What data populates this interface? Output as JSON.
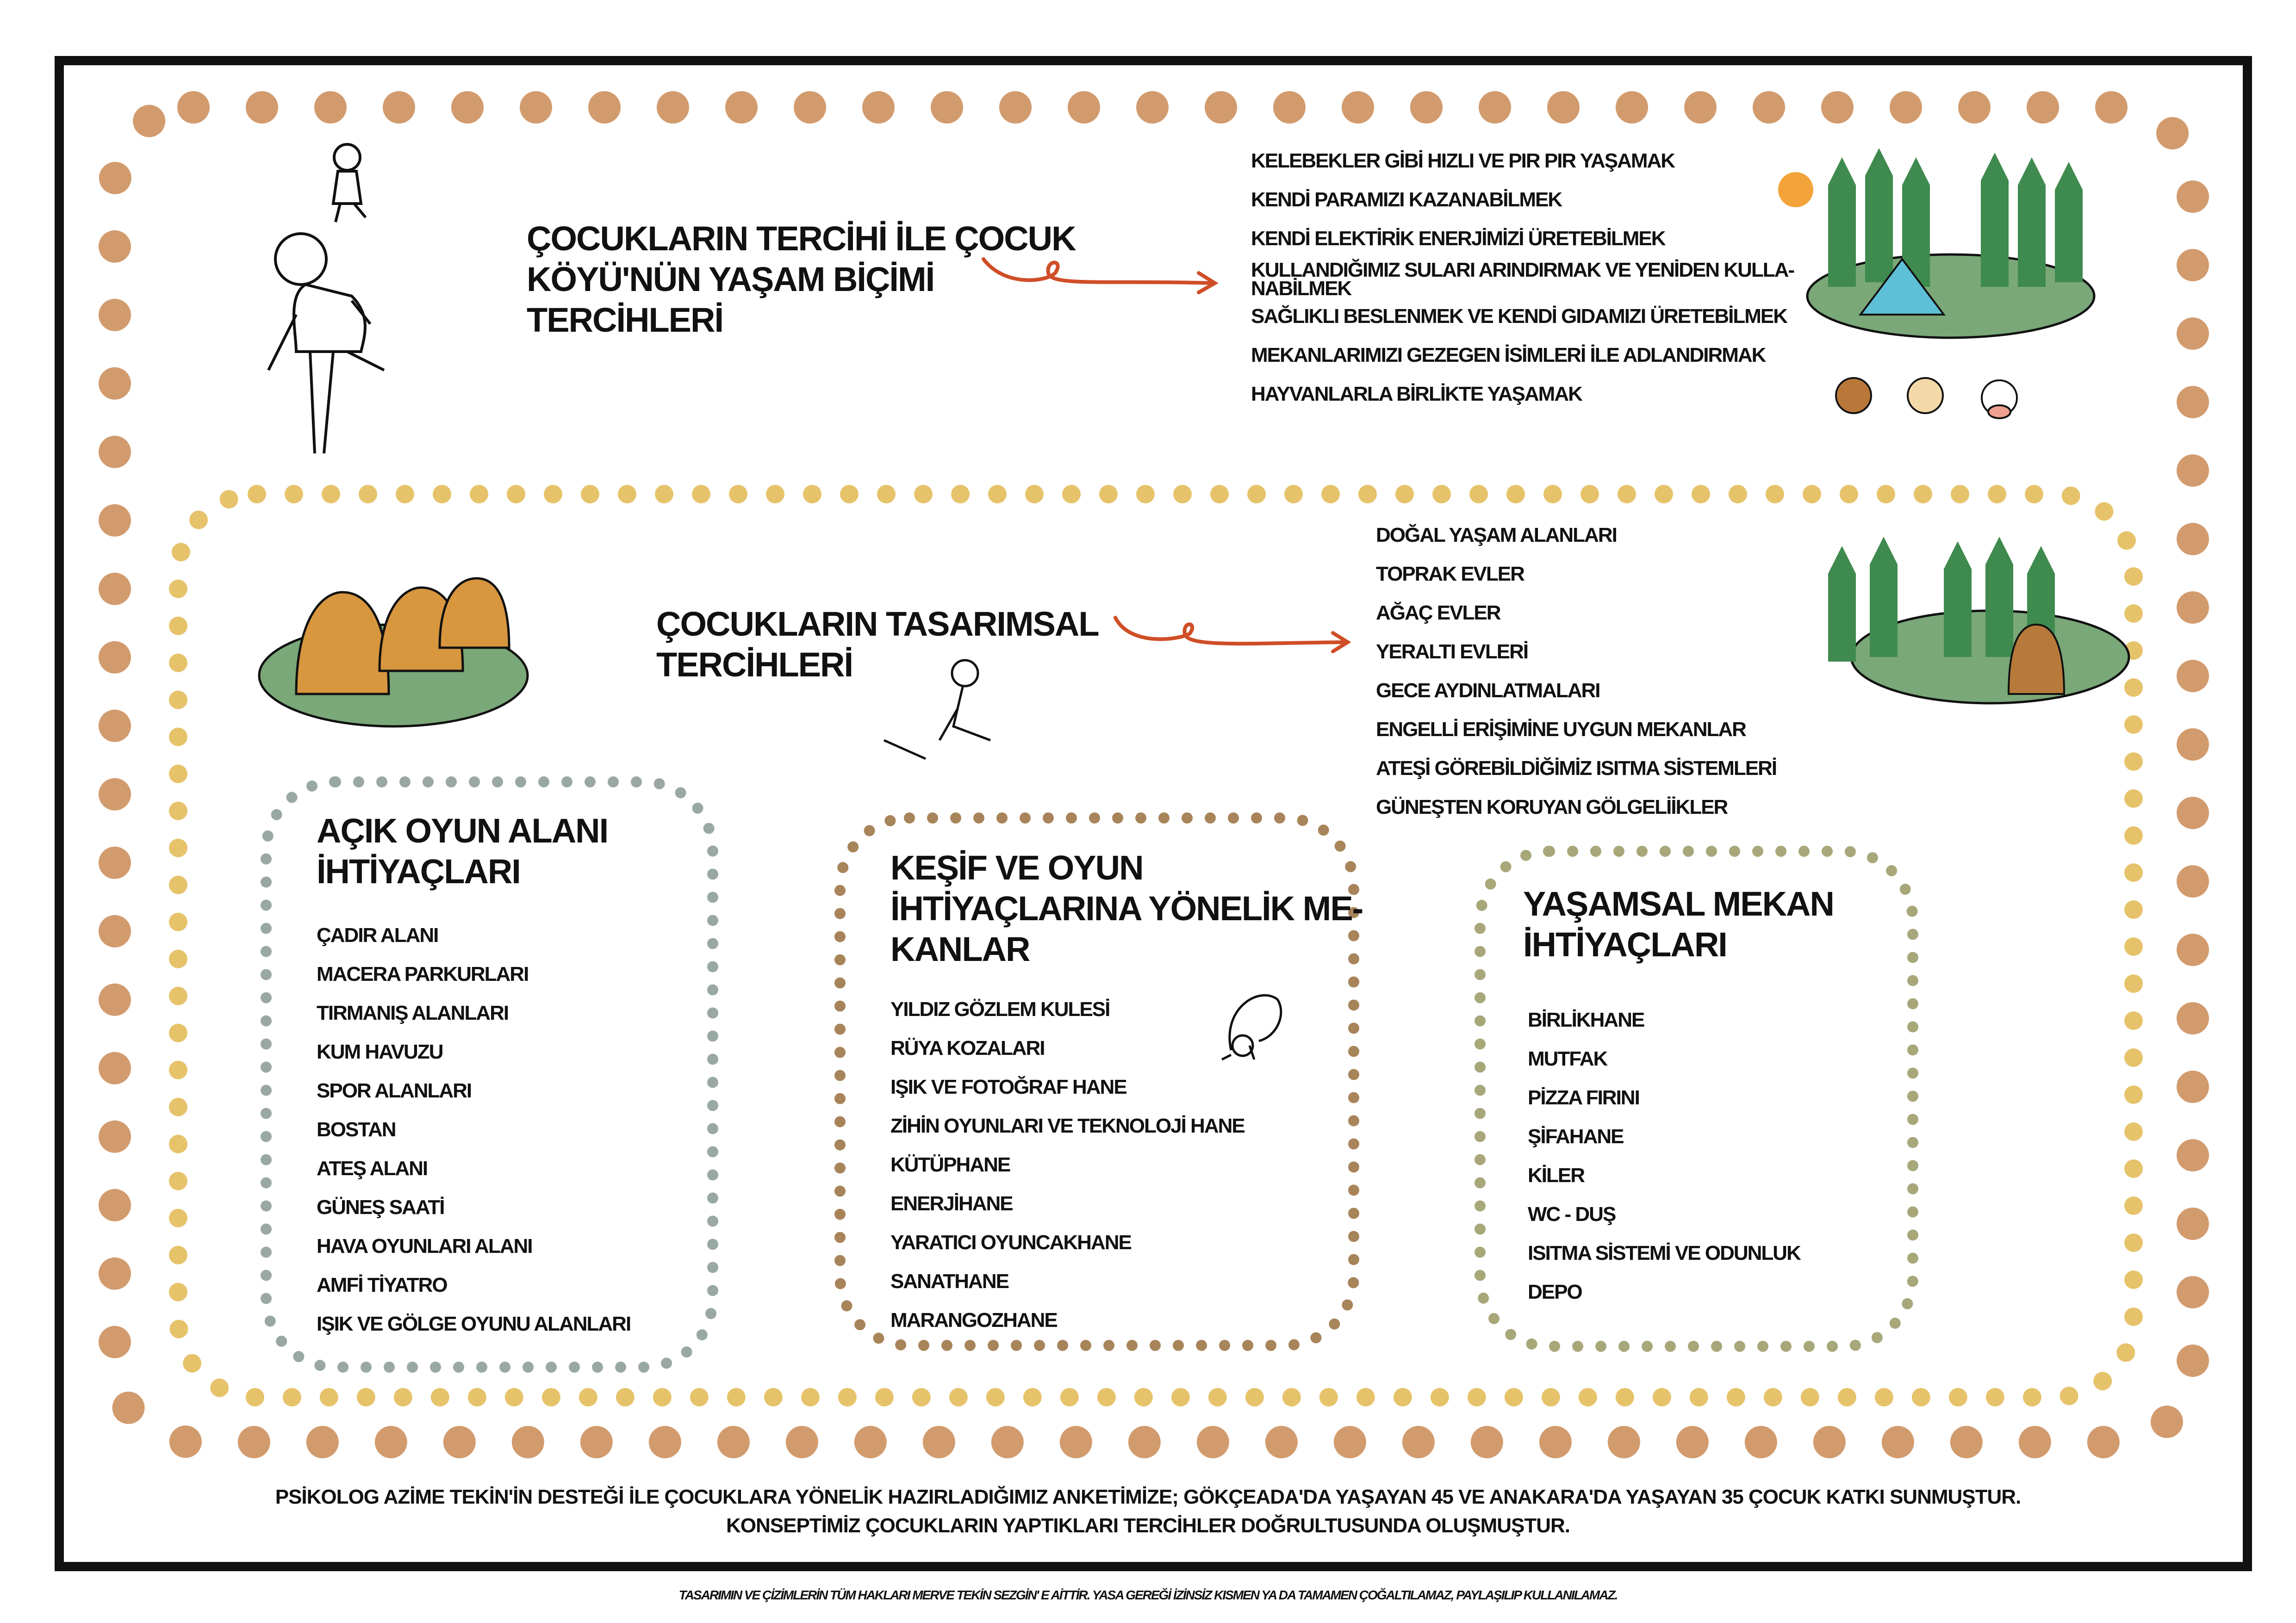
{
  "colors": {
    "outer_dots": "#d29b6e",
    "inner_dots": "#e6c36b",
    "grey_box": "#9aa8a2",
    "brown_box": "#a8845a",
    "olive_box": "#a7a77a",
    "arrow": "#cf4e27",
    "frame": "#111111",
    "tree": "#3f8a4e",
    "ground": "#7aa878"
  },
  "section1": {
    "title": [
      "ÇOCUKLARIN TERCİHİ İLE ÇOCUK",
      "KÖYÜ'NÜN YAŞAM BİÇİMİ",
      "TERCİHLERİ"
    ],
    "items": [
      "KELEBEKLER GİBİ HIZLI VE PIR PIR YAŞAMAK",
      "KENDİ PARAMIZI KAZANABİLMEK",
      "KENDİ ELEKTİRİK ENERJİMİZİ ÜRETEBİLMEK",
      "KULLANDIĞIMIZ SULARI ARINDIRMAK VE YENİDEN KULLA-",
      "NABİLMEK",
      "SAĞLIKLI BESLENMEK VE KENDİ GIDAMIZI ÜRETEBİLMEK",
      "MEKANLARIMIZI GEZEGEN İSİMLERİ İLE ADLANDIRMAK",
      "HAYVANLARLA BİRLİKTE YAŞAMAK"
    ]
  },
  "section2": {
    "title": [
      "ÇOCUKLARIN TASARIMSAL",
      "TERCİHLERİ"
    ],
    "items": [
      "DOĞAL YAŞAM ALANLARI",
      "TOPRAK EVLER",
      "AĞAÇ EVLER",
      "YERALTI EVLERİ",
      "GECE AYDINLATMALARI",
      "ENGELLİ ERİŞİMİNE UYGUN MEKANLAR",
      "ATEŞİ GÖREBİLDİĞİMİZ ISITMA SİSTEMLERİ",
      "GÜNEŞTEN KORUYAN GÖLGELİİKLER"
    ]
  },
  "box_open_play": {
    "title": [
      "AÇIK OYUN ALANI",
      "İHTİYAÇLARI"
    ],
    "items": [
      "ÇADIR ALANI",
      "MACERA PARKURLARI",
      "TIRMANIŞ ALANLARI",
      "KUM HAVUZU",
      "SPOR ALANLARI",
      "BOSTAN",
      "ATEŞ ALANI",
      "GÜNEŞ SAATİ",
      "HAVA OYUNLARI ALANI",
      "AMFİ TİYATRO",
      "IŞIK VE GÖLGE OYUNU ALANLARI"
    ]
  },
  "box_discovery": {
    "title": [
      "KEŞİF VE OYUN",
      "İHTİYAÇLARINA YÖNELİK ME-",
      "KANLAR"
    ],
    "items": [
      "YILDIZ GÖZLEM KULESİ",
      "RÜYA KOZALARI",
      "IŞIK VE FOTOĞRAF HANE",
      "ZİHİN OYUNLARI VE TEKNOLOJİ HANE",
      "KÜTÜPHANE",
      "ENERJİHANE",
      "YARATICI OYUNCAKHANE",
      "SANATHANE",
      "MARANGOZHANE"
    ]
  },
  "box_living": {
    "title": [
      "YAŞAMSAL MEKAN",
      "İHTİYAÇLARI"
    ],
    "items": [
      "BİRLİKHANE",
      "MUTFAK",
      "PİZZA FIRINI",
      "ŞİFAHANE",
      "KİLER",
      "WC - DUŞ",
      "ISITMA SİSTEMİ VE ODUNLUK",
      "DEPO"
    ]
  },
  "footer": {
    "line1": "PSİKOLOG AZİME TEKİN'İN DESTEĞİ İLE ÇOCUKLARA YÖNELİK HAZIRLADIĞIMIZ ANKETİMİZE; GÖKÇEADA'DA YAŞAYAN 45 VE ANAKARA'DA YAŞAYAN 35 ÇOCUK KATKI SUNMUŞTUR.",
    "line2": "KONSEPTİMİZ ÇOCUKLARIN  YAPTIKLARI TERCİHLER  DOĞRULTUSUNDA OLUŞMUŞTUR.",
    "copyright": "TASARIMIN VE ÇİZİMLERİN TÜM HAKLARI  MERVE TEKİN SEZGİN' E AİTTİR. YASA GEREĞİ  İZİNSİZ KISMEN YA DA TAMAMEN ÇOĞALTILAMAZ, PAYLAŞILIP KULLANILAMAZ."
  }
}
